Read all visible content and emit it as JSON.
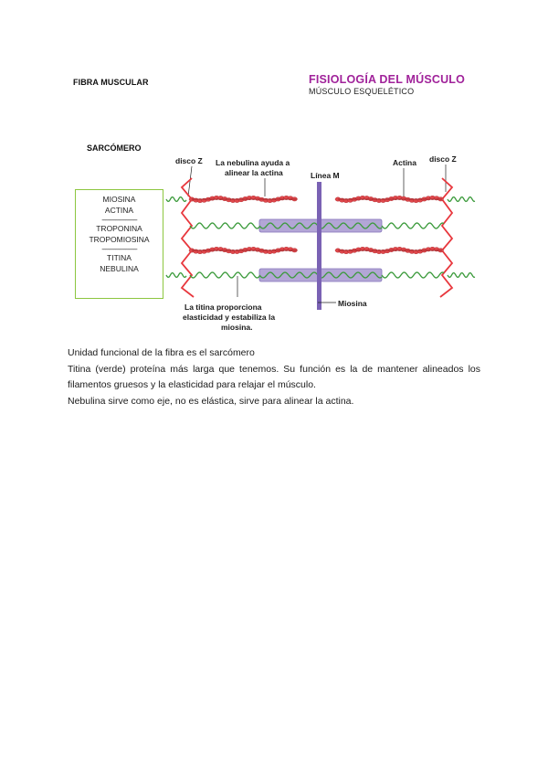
{
  "header": {
    "left_title": "FIBRA MUSCULAR",
    "right_title": "FISIOLOGÍA DEL MÚSCULO",
    "right_subtitle": "MÚSCULO ESQUELÉTICO"
  },
  "section": {
    "title": "SARCÓMERO"
  },
  "legend": {
    "line1": "MIOSINA",
    "line2": "ACTINA",
    "separator": "---------------------",
    "line3": "TROPONINA",
    "line4": "TROPOMIOSINA",
    "line5": "TITINA",
    "line6": "NEBULINA"
  },
  "diagram": {
    "label_disco_z_left": "disco Z",
    "label_nebulina_1": "La nebulina ayuda a",
    "label_nebulina_2": "alinear la actina",
    "label_linea_m": "Línea M",
    "label_actina": "Actina",
    "label_disco_z_right": "disco Z",
    "label_titina_1": "La titina proporciona",
    "label_titina_2": "elasticidad y estabiliza la",
    "label_titina_3": "miosina.",
    "label_miosina": "Miosina",
    "colors": {
      "actin": "#e0484c",
      "titin": "#3a9a3a",
      "myosin": "#b3a6d6",
      "zdisc": "#e8373d",
      "mline": "#7a62b4"
    }
  },
  "body": {
    "p1": "Unidad funcional de la fibra es el sarcómero",
    "p2": "Titina (verde) proteína más larga que tenemos. Su función es la de mantener alineados los filamentos gruesos y la elasticidad para relajar el músculo.",
    "p3": "Nebulina sirve como eje, no es elástica, sirve para alinear la actina."
  }
}
